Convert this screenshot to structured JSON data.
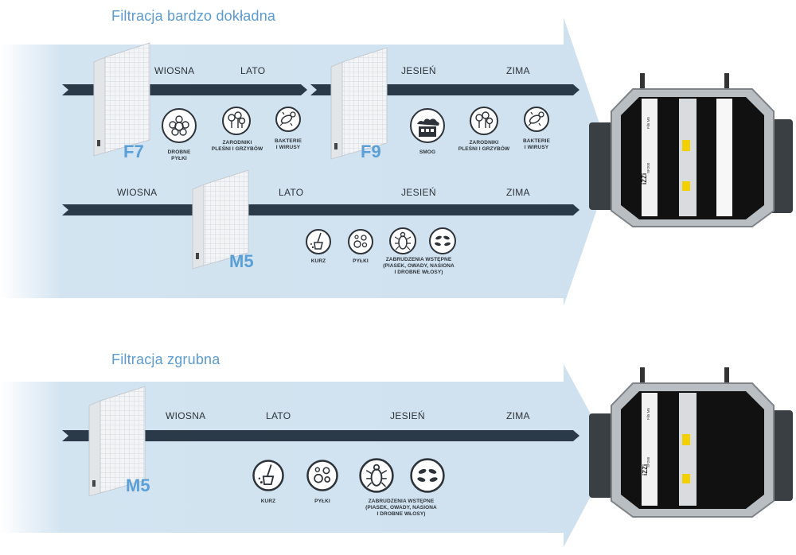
{
  "colors": {
    "arrow_band": "#d3e4f1",
    "timeline": "#2b3a48",
    "accent_blue": "#5a9fd6",
    "icon_stroke": "#2d3338"
  },
  "section1": {
    "title": "Filtracja bardzo dokładna",
    "row1": {
      "seasons": [
        "WIOSNA",
        "LATO",
        "JESIEŃ",
        "ZIMA"
      ],
      "filter_a": {
        "label": "F7",
        "icons": [
          {
            "icon": "fine-pollen-icon",
            "caption1": "DROBNE",
            "caption2": "PYŁKI"
          },
          {
            "icon": "mold-spores-icon",
            "caption1": "ZARODNIKI",
            "caption2": "PLEŚNI I GRZYBÓW"
          },
          {
            "icon": "bacteria-virus-icon",
            "caption1": "BAKTERIE",
            "caption2": "I WIRUSY"
          }
        ]
      },
      "filter_b": {
        "label": "F9",
        "icons": [
          {
            "icon": "smog-factory-icon",
            "caption1": "SMOG",
            "caption2": ""
          },
          {
            "icon": "mold-spores-icon",
            "caption1": "ZARODNIKI",
            "caption2": "PLEŚNI I GRZYBÓW"
          },
          {
            "icon": "bacteria-virus-icon",
            "caption1": "BAKTERIE",
            "caption2": "I WIRUSY"
          }
        ]
      }
    },
    "row2": {
      "seasons": [
        "WIOSNA",
        "LATO",
        "JESIEŃ",
        "ZIMA"
      ],
      "filter": {
        "label": "M5"
      },
      "icons": [
        {
          "icon": "dust-broom-icon",
          "caption1": "KURZ",
          "caption2": "",
          "caption3": ""
        },
        {
          "icon": "pollen-icon",
          "caption1": "PYŁKI",
          "caption2": "",
          "caption3": ""
        },
        {
          "icon": "bug-icon",
          "caption1": "ZABRUDZENIA WSTĘPNE",
          "caption2": "(PIASEK, OWADY, NASIONA",
          "caption3": "I DROBNE WŁOSY)"
        },
        {
          "icon": "seeds-icon",
          "caption1": "",
          "caption2": "",
          "caption3": ""
        }
      ]
    }
  },
  "section2": {
    "title": "Filtracja zgrubna",
    "seasons": [
      "WIOSNA",
      "LATO",
      "JESIEŃ",
      "ZIMA"
    ],
    "filter": {
      "label": "M5"
    },
    "icons": [
      {
        "icon": "dust-broom-icon",
        "caption1": "KURZ",
        "caption2": "",
        "caption3": ""
      },
      {
        "icon": "pollen-icon",
        "caption1": "PYŁKI",
        "caption2": "",
        "caption3": ""
      },
      {
        "icon": "bug-icon",
        "caption1": "ZABRUDZENIA WSTĘPNE",
        "caption2": "(PIASEK, OWADY, NASIONA",
        "caption3": "I DROBNE WŁOSY)"
      },
      {
        "icon": "seeds-icon",
        "caption1": "",
        "caption2": "",
        "caption3": ""
      }
    ]
  },
  "device": {
    "brand": "iZZi",
    "model": "SF200",
    "filter_tag": "Filtr M5"
  }
}
